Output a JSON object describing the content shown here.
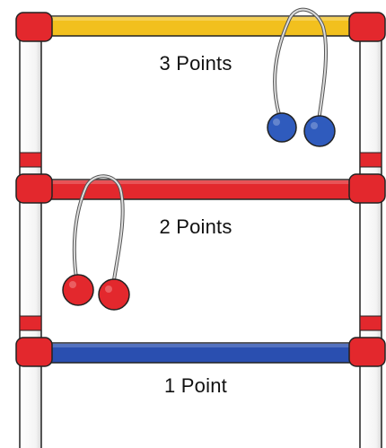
{
  "zones": [
    {
      "label": "3 Points",
      "rung_color": "#f2c01e",
      "ball_color": "#2f5bbd"
    },
    {
      "label": "2 Points",
      "rung_color": "#e3282d",
      "ball_color": "#e3282d"
    },
    {
      "label": "1 Point",
      "rung_color": "#2a4fb0",
      "ball_color": null
    }
  ],
  "colors": {
    "frame_red": "#e3282d",
    "pipe_white": "#ffffff",
    "outline": "#222222",
    "string_gray": "#9a9a9a"
  }
}
